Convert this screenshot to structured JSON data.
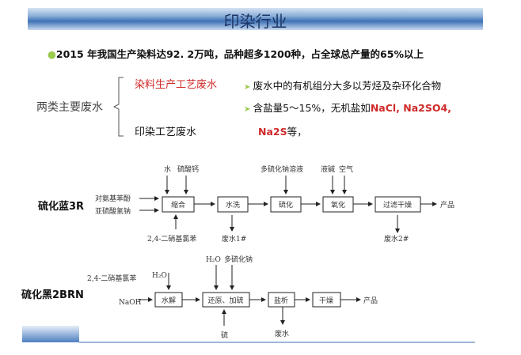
{
  "title": "印染行业",
  "bullet": "2015 年我国生产染料达92. 2万吨，品种超多1200种，占全球总产量的65%以上",
  "category_label": "两类主要废水",
  "types": [
    "染料生产工艺废水",
    "印染工艺废水"
  ],
  "points": [
    {
      "text": "废水中的有机组分大多以芳烃及杂环化合物"
    },
    {
      "text": "含盐量5～15%，无机盐如",
      "salts": "NaCl, Na2SO4,",
      "salts2": "Na2S",
      "tail": "等，"
    }
  ],
  "colors": {
    "accent_red": "#d02a2a",
    "title": "#1c3566",
    "bullet": "#9acb4c"
  },
  "process1": {
    "name": "硫化蓝3R",
    "inputs": [
      "对氨基苯酚",
      "亚硫酸氢钠"
    ],
    "top_inputs": [
      "水",
      "硫酸钙",
      "多硫化钠溶液",
      "液碱",
      "空气"
    ],
    "steps": [
      "缩合",
      "水洗",
      "硫化",
      "氧化",
      "过滤干燥"
    ],
    "bottom_input": "2,4-二硝基氯苯",
    "wastes": [
      "废水1#",
      "废水2#"
    ],
    "product": "产品"
  },
  "process2": {
    "name": "硫化黑2BRN",
    "inputs": [
      "2,4-二硝基氯苯",
      "NaOH"
    ],
    "top_inputs": [
      "H₂O",
      "H₂O",
      "多硫化钠"
    ],
    "steps": [
      "水解",
      "还原、加硫",
      "盐析",
      "干燥"
    ],
    "bottom_input": "硫",
    "waste": "废水",
    "product": "产品"
  }
}
